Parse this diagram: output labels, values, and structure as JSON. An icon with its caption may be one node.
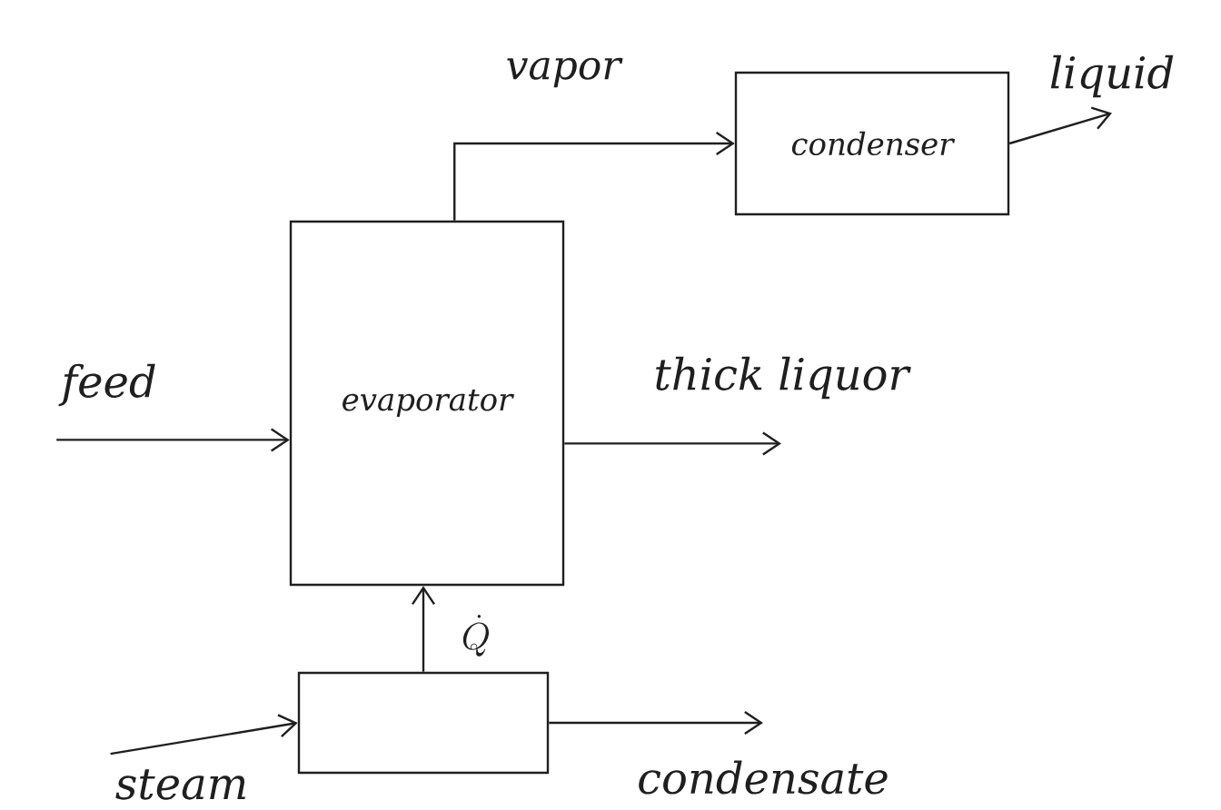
{
  "diagram": {
    "nodes": [
      {
        "text": [
          "feed"
        ]
      },
      {
        "text": [
          "evaporator"
        ]
      },
      {
        "text": [
          "condenser"
        ]
      },
      {
        "text": [
          "liquid"
        ]
      },
      {
        "text": [
          "thick liquor"
        ]
      },
      {
        "text": [],
        "shape": "box"
      },
      {
        "text": [
          "steam"
        ]
      },
      {
        "text": [
          "condensate"
        ]
      }
    ],
    "edges": [
      {
        "from": 0,
        "to": 1,
        "arrow": "to"
      },
      {
        "from": 1,
        "to": 2,
        "arrow": "to",
        "label": "vapor"
      },
      {
        "from": 2,
        "to": 3,
        "arrow": "to"
      },
      {
        "from": 1,
        "to": 4,
        "arrow": "to"
      },
      {
        "from": 5,
        "to": 1,
        "arrow": "to",
        "label": "\\dot{Q}"
      },
      {
        "from": 6,
        "to": 5,
        "arrow": "to"
      },
      {
        "from": 5,
        "to": 7,
        "arrow": "to"
      }
    ]
  }
}
